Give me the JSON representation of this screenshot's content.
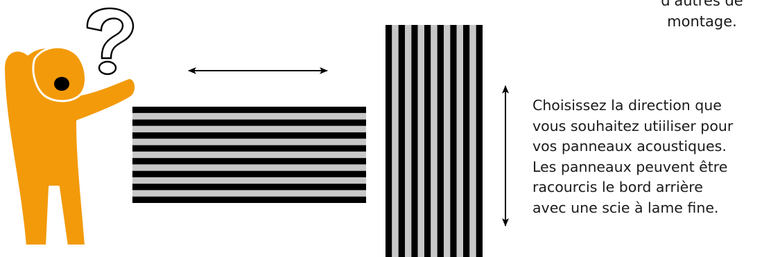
{
  "top_note": {
    "lines": [
      "d'autres de",
      "montage."
    ]
  },
  "instructions": {
    "lines": [
      "Choisissez la direction que",
      "vous souhaitez utiiliser pour",
      "vos panneaux acoustiques.",
      "Les panneaux peuvent être",
      "racourcis le bord arrière",
      "avec une scie à lame fine."
    ]
  },
  "colors": {
    "figure_fill": "#f29a0a",
    "figure_outline": "#ffffff",
    "stripe_dark": "#000000",
    "stripe_light": "#c8c8c8",
    "arrow": "#000000",
    "text": "#1a1a1a"
  },
  "icons": [
    "person-figure-icon",
    "question-mark-icon",
    "double-arrow-icon"
  ]
}
